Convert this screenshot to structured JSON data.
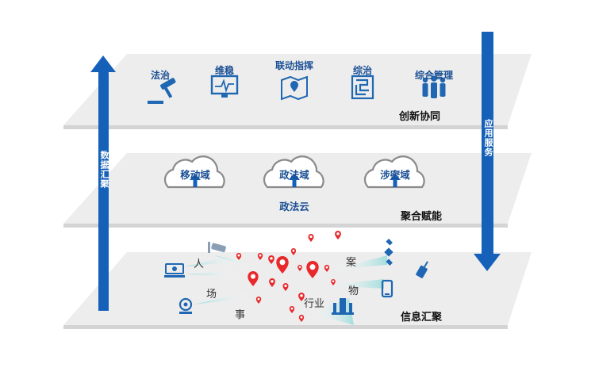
{
  "arrows": {
    "left_label": "数据汇聚",
    "right_label": "应用服务"
  },
  "layers": {
    "top": {
      "name": "创新协同",
      "items": [
        {
          "label": "法治",
          "icon": "gavel-icon"
        },
        {
          "label": "维稳",
          "icon": "monitor-pulse-icon"
        },
        {
          "label": "联动指挥",
          "icon": "map-pin-icon"
        },
        {
          "label": "综治",
          "icon": "maze-icon"
        },
        {
          "label": "综合管理",
          "icon": "people-group-icon"
        }
      ]
    },
    "middle": {
      "name": "聚合赋能",
      "clouds": [
        "移动域",
        "政法域",
        "涉密域"
      ],
      "sub_label": "政法云"
    },
    "bottom": {
      "name": "信息汇聚",
      "sources": [
        "人",
        "场",
        "事",
        "行业",
        "案",
        "物"
      ]
    }
  },
  "colors": {
    "accent": "#1560b8",
    "pin": "#e8282b",
    "plane": "#eeeeee",
    "label": "#1a4f94"
  }
}
